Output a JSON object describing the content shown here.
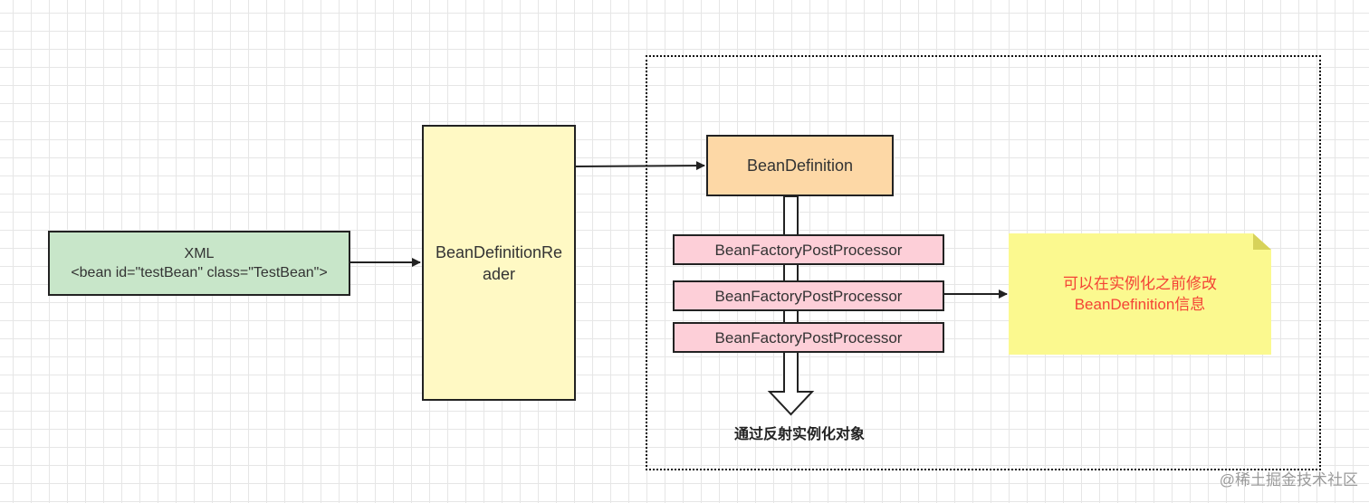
{
  "nodes": {
    "xml": {
      "title": "XML",
      "code": "<bean id=\"testBean\" class=\"TestBean\">"
    },
    "reader": {
      "label": "BeanDefinitionReader"
    },
    "bean_definition": {
      "label": "BeanDefinition"
    },
    "post_processors": [
      {
        "label": "BeanFactoryPostProcessor"
      },
      {
        "label": "BeanFactoryPostProcessor"
      },
      {
        "label": "BeanFactoryPostProcessor"
      }
    ],
    "note": {
      "line1": "可以在实例化之前修改",
      "line2": "BeanDefinition信息"
    },
    "caption": "通过反射实例化对象"
  },
  "watermark": "@稀土掘金技术社区",
  "colors": {
    "xml_fill": "#c8e6c9",
    "reader_fill": "#fff9c4",
    "bean_definition_fill": "#fdd8a6",
    "post_processor_fill": "#fdcfd8",
    "note_fill": "#fbf98f",
    "note_text": "#f44336"
  }
}
